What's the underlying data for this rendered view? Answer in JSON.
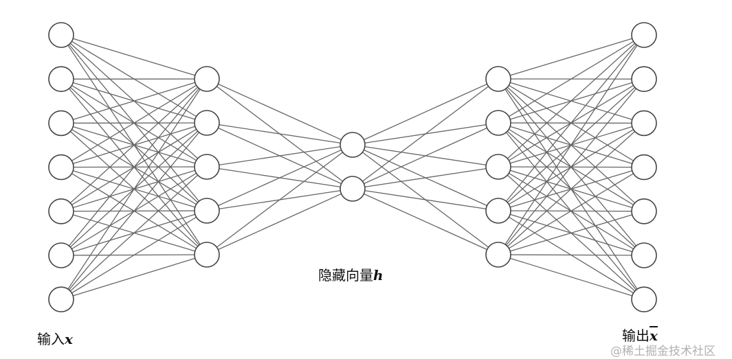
{
  "diagram": {
    "type": "fully-connected neural network (autoencoder)",
    "layers": [
      7,
      5,
      2,
      5,
      7
    ],
    "colors": {
      "node_stroke": "#444444",
      "node_fill": "#ffffff",
      "edge": "#666666"
    }
  },
  "labels": {
    "input_text": "输入",
    "input_var": "x",
    "hidden_text": "隐藏向量",
    "hidden_var": "h",
    "output_text": "输出",
    "output_var": "x"
  },
  "watermark": "@稀土掘金技术社区"
}
